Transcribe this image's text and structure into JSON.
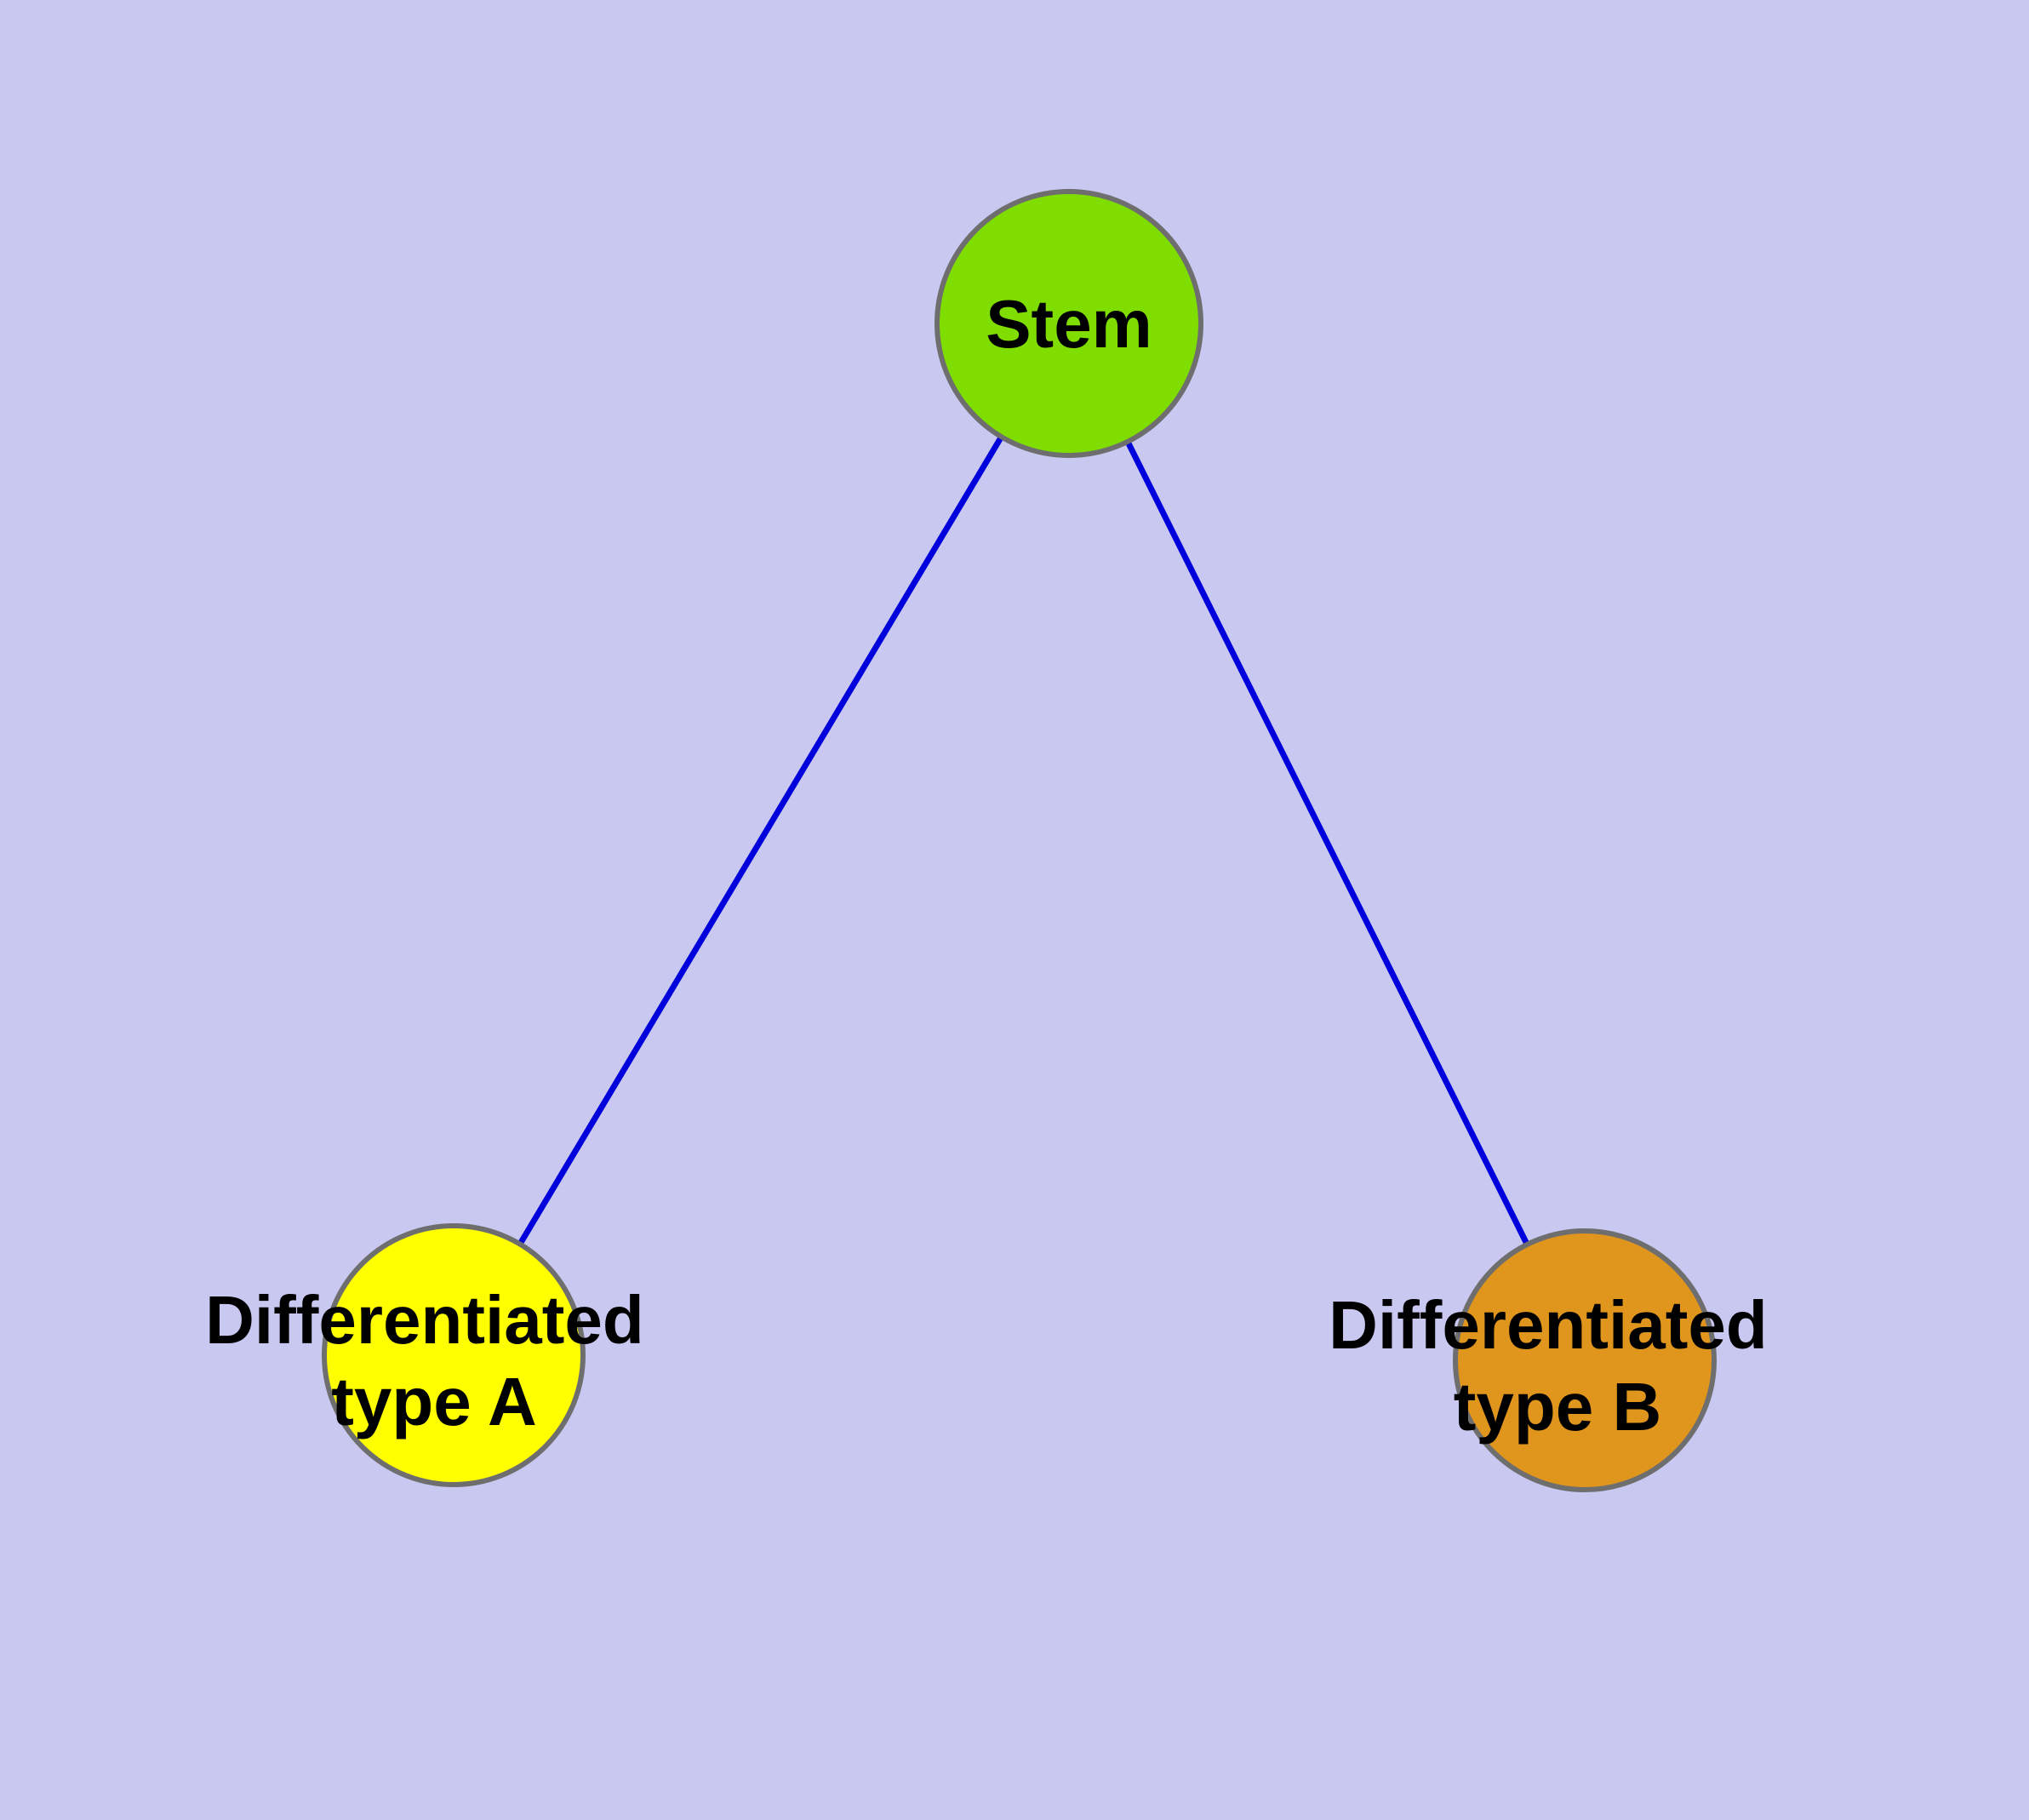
{
  "diagram": {
    "type": "graph",
    "background_color": "#c8c8f0",
    "edge_color": "#0000dd",
    "node_border_color": "#6e6e6e",
    "nodes": [
      {
        "id": "stem",
        "label": "Stem",
        "fill": "#7fdd00"
      },
      {
        "id": "differentiated-type-a",
        "label": "Differentiated type A",
        "lines": [
          "Differentiated",
          "type A"
        ],
        "fill": "#ffff00"
      },
      {
        "id": "differentiated-type-b",
        "label": "Differentiated type B",
        "lines": [
          "Differentiated",
          "type B"
        ],
        "fill": "#e0951d"
      }
    ],
    "edges": [
      {
        "from": "Stem",
        "to": "Differentiated type A"
      },
      {
        "from": "Stem",
        "to": "Differentiated type B"
      }
    ]
  }
}
